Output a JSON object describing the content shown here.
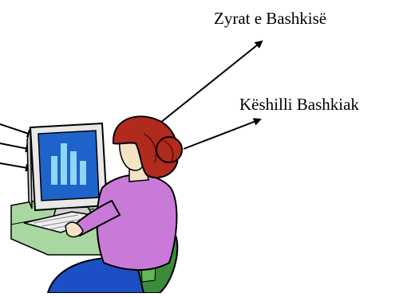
{
  "labels": {
    "zyrat": "Zyrat e Bashkisë",
    "keshilli": "Këshilli Bashkiak"
  },
  "colors": {
    "arrow": "#000000",
    "monitor_body": "#e8e8e8",
    "monitor_screen": "#1d63c9",
    "screen_bars": "#8fd6f5",
    "desk": "#a8d8a0",
    "hair": "#b02a1e",
    "skin": "#f4e2c4",
    "shirt": "#c97ad9",
    "chair": "#3d8a3a",
    "pants": "#1d4fc4"
  },
  "icons": [
    "woman-at-computer-illustration",
    "arrow-icon"
  ]
}
